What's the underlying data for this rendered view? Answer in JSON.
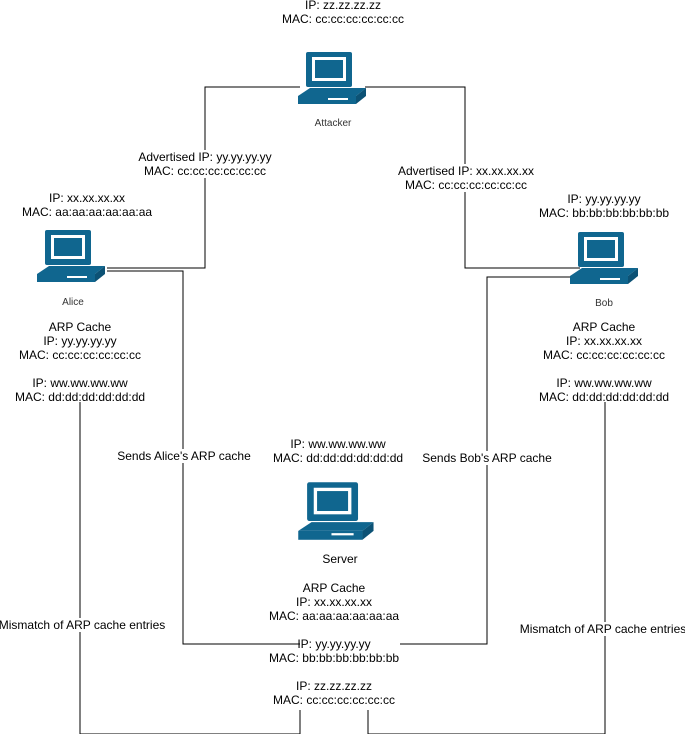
{
  "nodes": {
    "attacker": {
      "name": "Attacker",
      "ip": "IP: zz.zz.zz.zz",
      "mac": "MAC: cc:cc:cc:cc:cc:cc"
    },
    "alice": {
      "name": "Alice",
      "ip": "IP: xx.xx.xx.xx",
      "mac": "MAC: aa:aa:aa:aa:aa:aa",
      "cache_title": "ARP Cache",
      "cache": [
        {
          "ip": "IP: yy.yy.yy.yy",
          "mac": "MAC: cc:cc:cc:cc:cc:cc"
        },
        {
          "ip": "IP: ww.ww.ww.ww",
          "mac": "MAC: dd:dd:dd:dd:dd:dd"
        }
      ]
    },
    "bob": {
      "name": "Bob",
      "ip": "IP: yy.yy.yy.yy",
      "mac": "MAC: bb:bb:bb:bb:bb:bb",
      "cache_title": "ARP Cache",
      "cache": [
        {
          "ip": "IP: xx.xx.xx.xx",
          "mac": "MAC: cc:cc:cc:cc:cc:cc"
        },
        {
          "ip": "IP: ww.ww.ww.ww",
          "mac": "MAC: dd:dd:dd:dd:dd:dd"
        }
      ]
    },
    "server": {
      "name": "Server",
      "ip": "IP: ww.ww.ww.ww",
      "mac": "MAC: dd:dd:dd:dd:dd:dd",
      "cache_title": "ARP Cache",
      "cache": [
        {
          "ip": "IP: xx.xx.xx.xx",
          "mac": "MAC: aa:aa:aa:aa:aa:aa"
        },
        {
          "ip": "IP: yy.yy.yy.yy",
          "mac": "MAC: bb:bb:bb:bb:bb:bb"
        },
        {
          "ip": "IP: zz.zz.zz.zz",
          "mac": "MAC: cc:cc:cc:cc:cc:cc"
        }
      ]
    }
  },
  "edges": {
    "attacker_to_alice": {
      "line1": "Advertised IP: yy.yy.yy.yy",
      "line2": "MAC: cc:cc:cc:cc:cc:cc"
    },
    "attacker_to_bob": {
      "line1": "Advertised IP: xx.xx.xx.xx",
      "line2": "MAC: cc:cc:cc:cc:cc:cc"
    },
    "alice_to_server": "Sends Alice's ARP cache",
    "bob_to_server": "Sends Bob's ARP cache",
    "mismatch_left": "Mismatch of ARP cache entries",
    "mismatch_right": "Mismatch of ARP cache entries"
  },
  "colors": {
    "computer_fill": "#10668f",
    "computer_screen": "#ffffff",
    "wire": "#000000"
  },
  "icons": {
    "computer": "desktop-computer-icon"
  }
}
